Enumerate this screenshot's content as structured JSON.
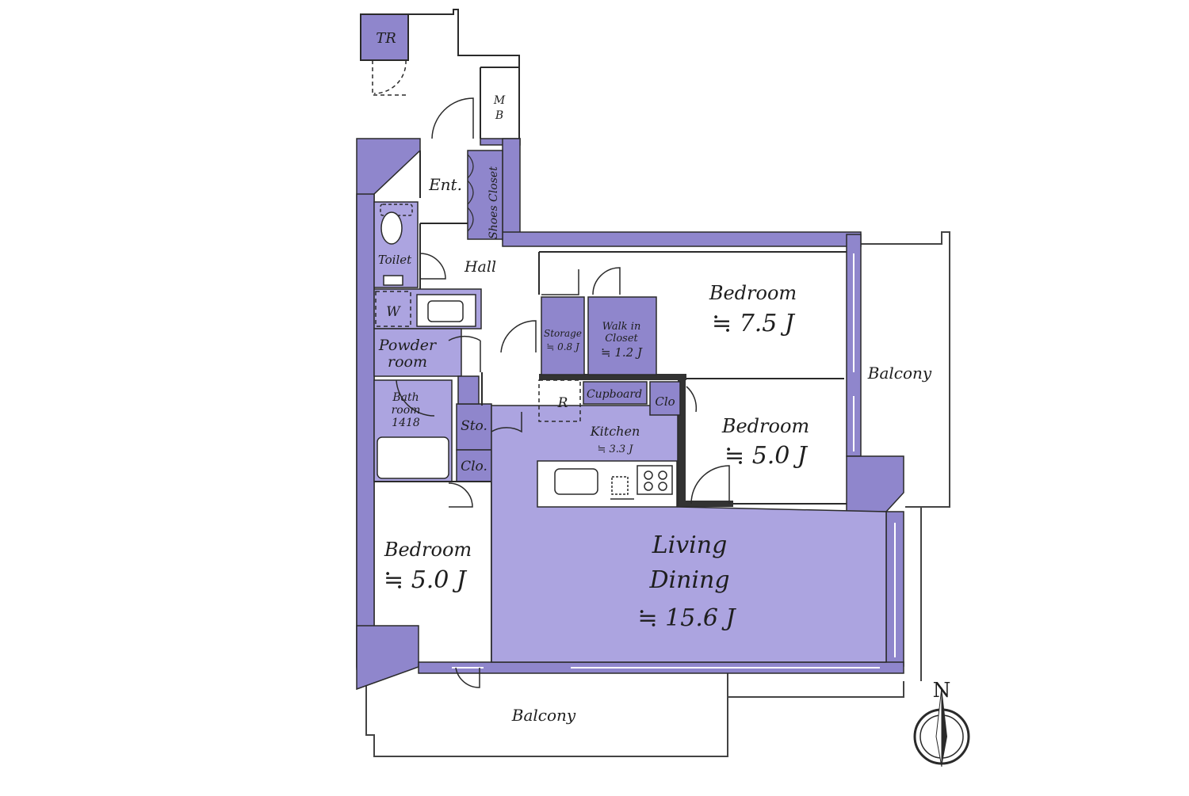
{
  "colors": {
    "wall": "#8f86cc",
    "fill": "#aca4e0",
    "line": "#2a2a2a",
    "paper": "#ffffff"
  },
  "rooms": {
    "tr": "TR",
    "mb_m": "M",
    "mb_b": "B",
    "entrance": "Ent.",
    "shoes_closet": "Shoes Closet",
    "hall": "Hall",
    "toilet": "Toilet",
    "washer": "W",
    "powder_1": "Powder",
    "powder_2": "room",
    "bath_1": "Bath",
    "bath_2": "room",
    "bath_size": "1418",
    "storage_closet": "Sto.",
    "closet": "Clo.",
    "storage": "Storage",
    "storage_size": "≒ 0.8 J",
    "wic_1": "Walk in",
    "wic_2": "Closet",
    "wic_size": "≒ 1.2 J",
    "fridge": "R",
    "cupboard": "Cupboard",
    "clo_short": "Clo",
    "kitchen": "Kitchen",
    "kitchen_size": "≒ 3.3 J",
    "bedroom_a": "Bedroom",
    "bedroom_a_size": "≒ 7.5 J",
    "bedroom_b": "Bedroom",
    "bedroom_b_size": "≒ 5.0 J",
    "bedroom_c": "Bedroom",
    "bedroom_c_size": "≒ 5.0 J",
    "living_1": "Living",
    "living_2": "Dining",
    "living_size": "≒ 15.6 J",
    "balcony_east": "Balcony",
    "balcony_south": "Balcony"
  },
  "compass": {
    "label": "N",
    "icon": "north-arrow-icon"
  }
}
